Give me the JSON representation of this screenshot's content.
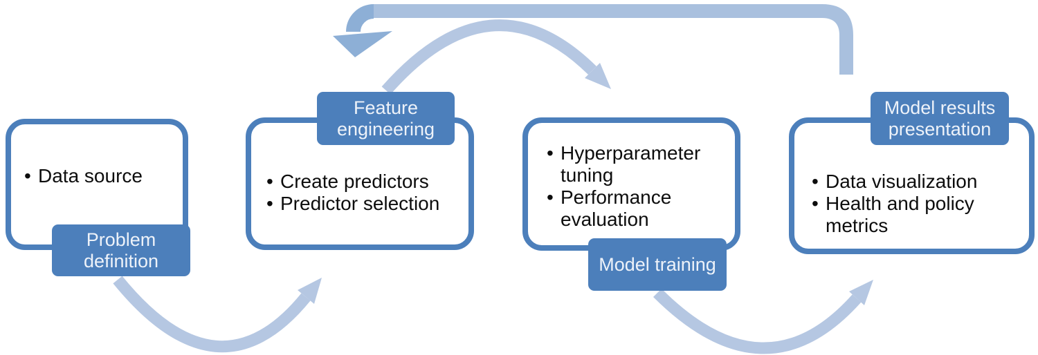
{
  "bullet_char": "•",
  "colors": {
    "accent": "#4c7fbb",
    "label_text": "#edf2f9",
    "bullet_text": "#0d0d0d",
    "arc": "#b5c7e2",
    "loop_bar": "#a9c0de",
    "loop_arrow": "#8dafd6",
    "background": "#ffffff"
  },
  "steps": [
    {
      "id": "problem-definition",
      "label": "Problem definition",
      "bullets": [
        "Data source"
      ]
    },
    {
      "id": "feature-engineering",
      "label": "Feature engineering",
      "bullets": [
        "Create predictors",
        "Predictor selection"
      ]
    },
    {
      "id": "model-training",
      "label": "Model training",
      "bullets": [
        "Hyperparameter tuning",
        "Performance evaluation"
      ]
    },
    {
      "id": "model-results-presentation",
      "label": "Model results presentation",
      "bullets": [
        "Data visualization",
        "Health and policy metrics"
      ]
    }
  ],
  "connectors": {
    "forward": [
      {
        "from": "Problem definition",
        "to": "Feature engineering"
      },
      {
        "from": "Feature engineering",
        "to": "Model training"
      },
      {
        "from": "Model training",
        "to": "Model results presentation"
      }
    ],
    "feedback": {
      "from": "Model results presentation",
      "to": "Feature engineering"
    }
  }
}
